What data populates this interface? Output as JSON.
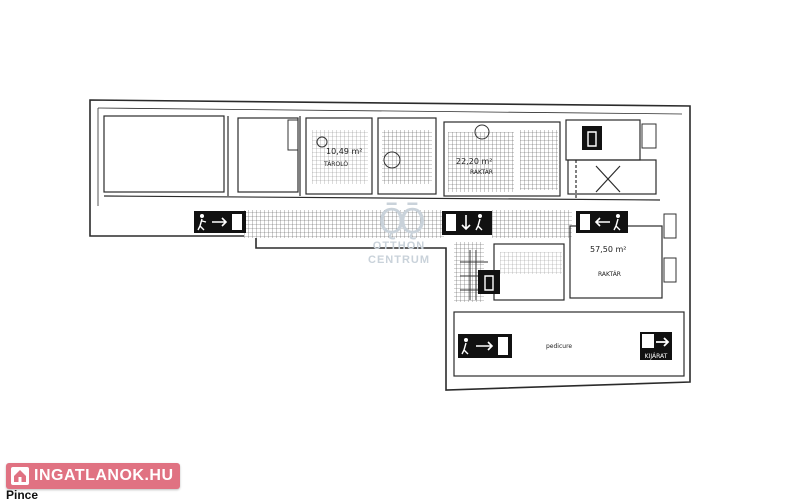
{
  "plan": {
    "room_labels": [
      {
        "id": "r1",
        "text": "10,49 m²"
      },
      {
        "id": "r2",
        "text": "TÁROLÓ"
      },
      {
        "id": "r3",
        "text": "22,20 m²"
      },
      {
        "id": "r4",
        "text": "RAKTÁR"
      },
      {
        "id": "r5",
        "text": "57,50 m²"
      },
      {
        "id": "r6",
        "text": "RAKTÁR"
      },
      {
        "id": "r7",
        "text": "pedicure"
      },
      {
        "id": "r8",
        "text": "KIJÁRAT"
      }
    ],
    "exit_signs": [
      {
        "id": "exit-1",
        "direction": "right"
      },
      {
        "id": "exit-2",
        "direction": "down"
      },
      {
        "id": "exit-3",
        "direction": "left"
      },
      {
        "id": "exit-4",
        "direction": "right"
      },
      {
        "id": "exit-5",
        "direction": "right"
      }
    ],
    "colors": {
      "line": "#2b2b2b",
      "sign_bg": "#111111",
      "sign_fg": "#ffffff",
      "hatch": "#666666"
    }
  },
  "watermark": {
    "line1": "OTTHON",
    "line2": "CENTRUM",
    "color": "#c9d2da"
  },
  "badge": {
    "label": "INGATLANOK.HU",
    "color": "#e07282",
    "icon": "home-icon"
  },
  "caption": "Pince"
}
